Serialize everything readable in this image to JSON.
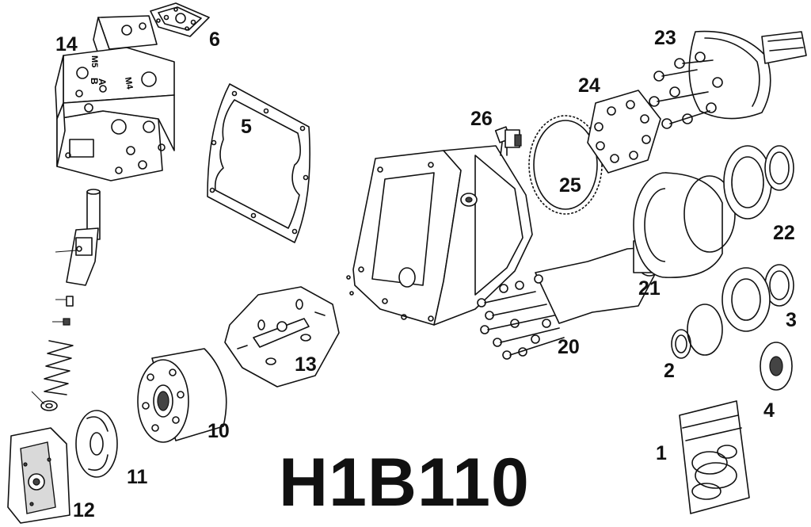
{
  "title": "H1B110",
  "callouts": [
    {
      "id": "p1",
      "label": "1"
    },
    {
      "id": "p2",
      "label": "2"
    },
    {
      "id": "p3",
      "label": "3"
    },
    {
      "id": "p4",
      "label": "4"
    },
    {
      "id": "p5",
      "label": "5"
    },
    {
      "id": "p6",
      "label": "6"
    },
    {
      "id": "p10",
      "label": "10"
    },
    {
      "id": "p11",
      "label": "11"
    },
    {
      "id": "p12",
      "label": "12"
    },
    {
      "id": "p13",
      "label": "13"
    },
    {
      "id": "p14",
      "label": "14"
    },
    {
      "id": "p20",
      "label": "20"
    },
    {
      "id": "p21",
      "label": "21"
    },
    {
      "id": "p22",
      "label": "22"
    },
    {
      "id": "p23",
      "label": "23"
    },
    {
      "id": "p24",
      "label": "24"
    },
    {
      "id": "p25",
      "label": "25"
    },
    {
      "id": "p26",
      "label": "26"
    }
  ],
  "part_14_markings": [
    "A",
    "B",
    "M5",
    "M4"
  ]
}
